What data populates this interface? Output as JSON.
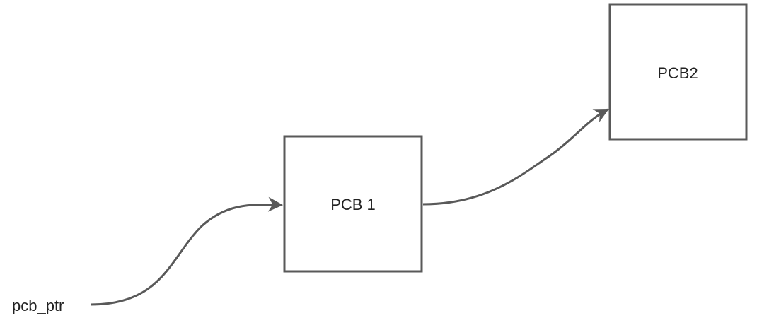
{
  "diagram": {
    "pointer": {
      "label": "pcb_ptr"
    },
    "nodes": [
      {
        "id": "pcb1",
        "label": "PCB 1"
      },
      {
        "id": "pcb2",
        "label": "PCB2"
      }
    ],
    "edges": [
      {
        "from": "pcb_ptr",
        "to": "pcb1"
      },
      {
        "from": "pcb1",
        "to": "pcb2"
      }
    ],
    "colors": {
      "stroke": "#595959",
      "text": "#222222",
      "background": "#ffffff"
    }
  }
}
